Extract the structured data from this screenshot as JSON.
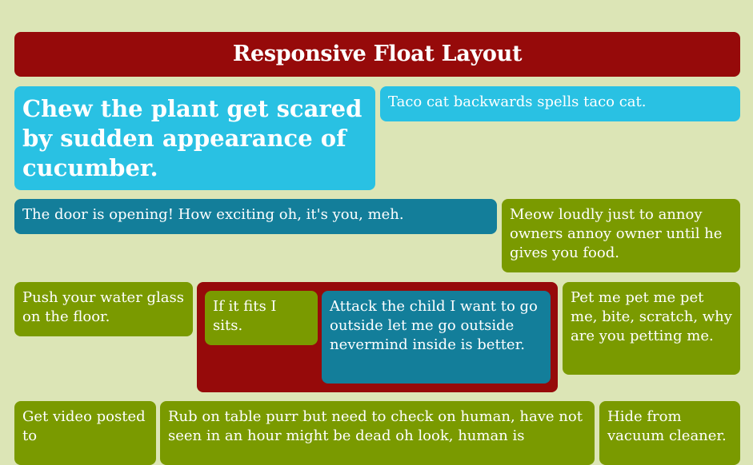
{
  "header": {
    "title": "Responsive Float Layout"
  },
  "boxes": {
    "b1": "Chew the plant get scared by sudden appearance of cucumber.",
    "b2": "Taco cat backwards spells taco cat.",
    "b3": "The door is opening! How exciting oh, it's you, meh.",
    "b4": "Meow loudly just to annoy owners annoy owner until he gives you food.",
    "b5": "Push your water glass on the floor.",
    "b6a": "If it fits I sits.",
    "b6b": "Attack the child I want to go outside let me go outside nevermind inside is better.",
    "b7": "Pet me pet me pet me, bite, scratch, why are you petting me.",
    "b8": "Get video posted to",
    "b9": "Rub on table purr but need to check on human, have not seen in an hour might be dead oh look, human is",
    "b10": "Hide from vacuum cleaner."
  },
  "colors": {
    "background": "#dce5b6",
    "header": "#960a0a",
    "cyan": "#29c1e3",
    "teal": "#137e9a",
    "olive": "#7a9a00",
    "red": "#960a0a"
  }
}
